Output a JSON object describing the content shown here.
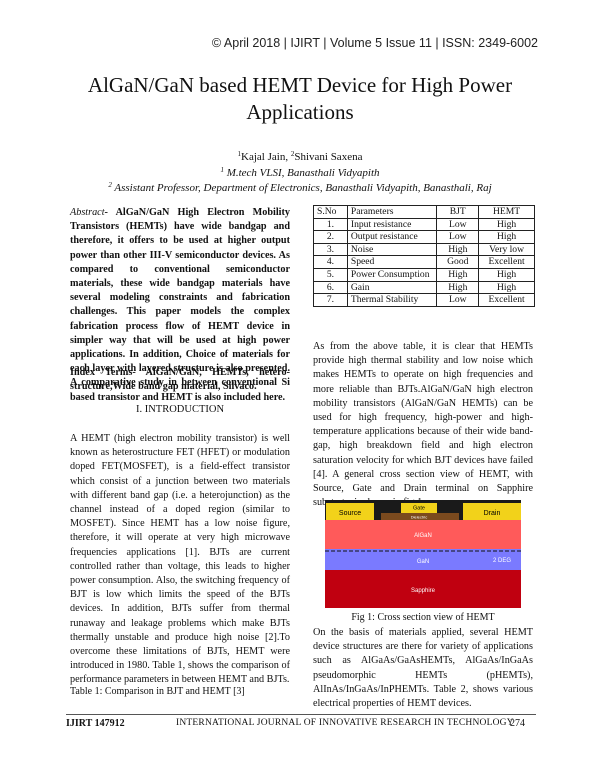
{
  "header": "© April 2018 | IJIRT | Volume 5 Issue 11 | ISSN: 2349-6002",
  "title_line1": "AlGaN/GaN based HEMT Device for High Power",
  "title_line2": "Applications",
  "authors": {
    "sup1": "1",
    "name1": "Kajal Jain, ",
    "sup2": "2",
    "name2": "Shivani Saxena",
    "aff1_sup": "1",
    "aff1": " M.tech VLSI, Banasthali Vidyapith",
    "aff2_sup": "2",
    "aff2": " Assistant Professor, Department of Electronics, Banasthali Vidyapith, Banasthali, Raj"
  },
  "abstract": {
    "label": "Abstract",
    "text": "- AlGaN/GaN High Electron Mobility Transistors (HEMTs) have wide bandgap and therefore, it offers to be used at higher output power than other III-V semiconductor devices. As compared to conventional semiconductor materials, these wide bandgap materials have several modeling constraints and fabrication challenges. This paper models the complex fabrication process flow of HEMT device in simpler way that will be used at high power applications. In addition, Choice of materials for each layer with layered structure is also presented. A comparative study in between conventional Si based transistor and HEMT is also included here."
  },
  "index_terms": {
    "label": "Index Terms-",
    "text": " AlGaN/GaN, HEMTs, hetero-structure,Wide band gap material, Silvaco."
  },
  "section1_heading": "I. INTRODUCTION",
  "intro_text": "A HEMT (high electron mobility transistor) is well known as heterostructure FET (HFET) or modulation doped FET(MOSFET), is a field-effect transistor which consist of a junction between two materials with different band gap (i.e. a heterojunction) as the channel instead of a doped region (similar to MOSFET). Since HEMT has a low noise figure, therefore, it will operate at very high microwave frequencies applications [1]. BJTs are current controlled rather than voltage, this leads to higher power consumption. Also, the switching frequency of BJT is low which limits the speed of the BJTs devices. In addition, BJTs suffer from thermal runaway and leakage problems which make BJTs thermally unstable and produce high noise [2].To overcome these limitations of BJTs, HEMT were introduced in 1980. Table 1, shows the comparison of performance parameters in between HEMT and BJTs.",
  "table1_caption": "Table 1: Comparison in BJT and HEMT [3]",
  "table1": {
    "headers": [
      "S.No",
      "Parameters",
      "BJT",
      "HEMT"
    ],
    "rows": [
      [
        "1.",
        "Input resistance",
        "Low",
        "High"
      ],
      [
        "2.",
        "Output resistance",
        "Low",
        "High"
      ],
      [
        "3.",
        "Noise",
        "High",
        "Very low"
      ],
      [
        "4.",
        "Speed",
        "Good",
        "Excellent"
      ],
      [
        "5.",
        "Power Consumption",
        "High",
        "High"
      ],
      [
        "6.",
        "Gain",
        "High",
        "High"
      ],
      [
        "7.",
        "Thermal Stability",
        "Low",
        "Excellent"
      ]
    ]
  },
  "after_table_text": "As from the above table, it is clear that HEMTs provide high thermal stability and low noise which makes HEMTs to operate on high frequencies and more reliable than BJTs.AlGaN/GaN high electron mobility transistors (AlGaN/GaN HEMTs) can be used for high frequency, high-power and high-temperature applications because of their wide band-gap, high breakdown field and high electron saturation velocity for which BJT devices have failed [4]. A general cross section view of HEMT, with Source, Gate and Drain terminal on Sapphire substrate, is shown in fig 1:",
  "figure": {
    "source": "Source",
    "gate": "Gate",
    "dielectric": "Dielectric",
    "drain": "Drain",
    "algan": "AlGaN",
    "gan": "GaN",
    "deg": "2 DEG",
    "sapphire": "Sapphire",
    "colors": {
      "contact": "#f2d21a",
      "gate": "#f2d21a",
      "dielectric": "#7a4a1e",
      "top": "#1a1a1a",
      "algan": "#ff5a5a",
      "gan": "#7a7aff",
      "sapphire": "#c00010"
    }
  },
  "fig_caption": "Fig 1: Cross section view of HEMT",
  "after_fig_text": "On the basis of materials applied, several HEMT device structures are there for variety of applications such as AlGaAs/GaAsHEMTs, AlGaAs/InGaAs pseudomorphic HEMTs (pHEMTs), AlInAs/InGaAs/InPHEMTs. Table 2, shows various electrical properties of HEMT devices.",
  "footer": {
    "left": "IJIRT 147912",
    "center": "INTERNATIONAL JOURNAL OF INNOVATIVE RESEARCH IN TECHNOLOGY",
    "right": "274"
  }
}
